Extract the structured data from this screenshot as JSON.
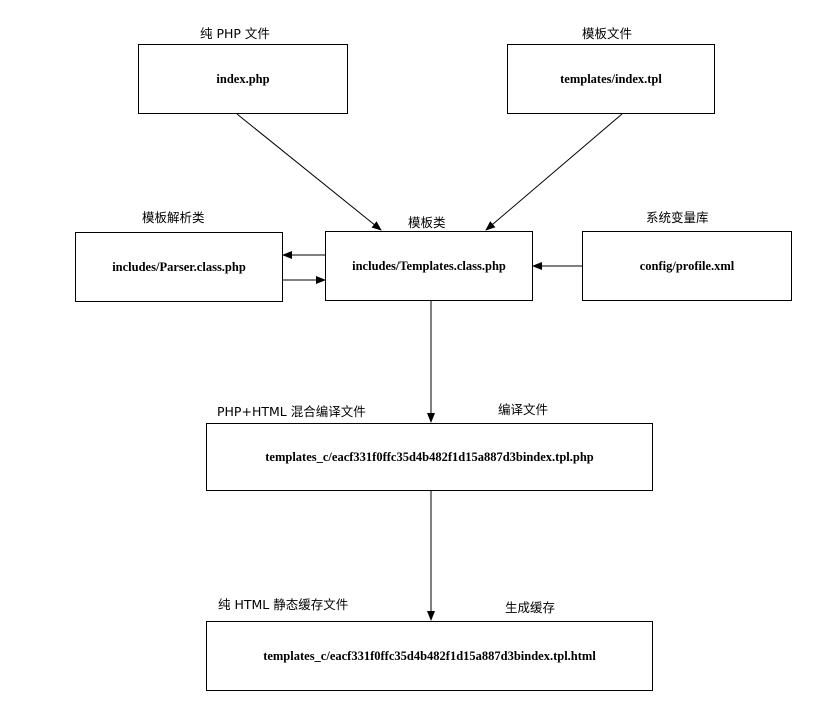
{
  "nodes": {
    "index_php": {
      "label": "index.php",
      "caption": "纯 PHP 文件"
    },
    "index_tpl": {
      "label": "templates/index.tpl",
      "caption": "模板文件"
    },
    "parser": {
      "label": "includes/Parser.class.php",
      "caption": "模板解析类"
    },
    "templates": {
      "label": "includes/Templates.class.php",
      "caption": "模板类"
    },
    "config": {
      "label": "config/profile.xml",
      "caption": "系统变量库"
    },
    "compiled": {
      "label": "templates_c/eacf331f0ffc35d4b482f1d15a887d3bindex.tpl.php",
      "caption": "PHP+HTML 混合编译文件",
      "side_label": "编译文件"
    },
    "cache": {
      "label": "templates_c/eacf331f0ffc35d4b482f1d15a887d3bindex.tpl.html",
      "caption": "纯 HTML 静态缓存文件",
      "side_label": "生成缓存"
    }
  },
  "edges": [
    {
      "from": "index_php",
      "to": "templates"
    },
    {
      "from": "index_tpl",
      "to": "templates"
    },
    {
      "from": "templates",
      "to": "parser"
    },
    {
      "from": "parser",
      "to": "templates"
    },
    {
      "from": "config",
      "to": "templates"
    },
    {
      "from": "templates",
      "to": "compiled"
    },
    {
      "from": "compiled",
      "to": "cache"
    }
  ]
}
